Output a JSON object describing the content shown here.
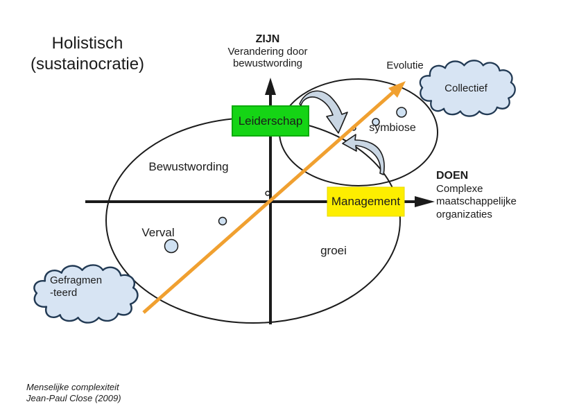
{
  "title": {
    "line1": "Holistisch",
    "line2": "(sustainocratie)"
  },
  "axes": {
    "vertical": {
      "title": "ZIJN",
      "subtitle_line1": "Verandering door",
      "subtitle_line2": "bewustwording"
    },
    "horizontal": {
      "title": "DOEN",
      "subtitle_line1": "Complexe",
      "subtitle_line2": "maatschappelijke",
      "subtitle_line3": "organizaties"
    }
  },
  "boxes": {
    "leiderschap": "Leiderschap",
    "management": "Management"
  },
  "labels": {
    "bewustwording": "Bewustwording",
    "verval": "Verval",
    "groei": "groei",
    "symbiose": "symbiose",
    "evolutie": "Evolutie"
  },
  "clouds": {
    "collectief": "Collectief",
    "gefragmenteerd_line1": "Gefragmen",
    "gefragmenteerd_line2": "-teerd"
  },
  "caption": {
    "line1": "Menselijke complexiteit",
    "line2": "Jean-Paul Close (2009)"
  },
  "colors": {
    "leiderschap_box": "#15d415",
    "leiderschap_border": "#0cab0c",
    "management_box": "#fdee00",
    "orange_arrow": "#f0a030",
    "cloud_fill": "#d7e4f3",
    "cloud_outline": "#223a54",
    "crescent_fill": "#c9d6e3",
    "circle_fill": "#cfe1f2",
    "ink": "#1b1b1b"
  }
}
